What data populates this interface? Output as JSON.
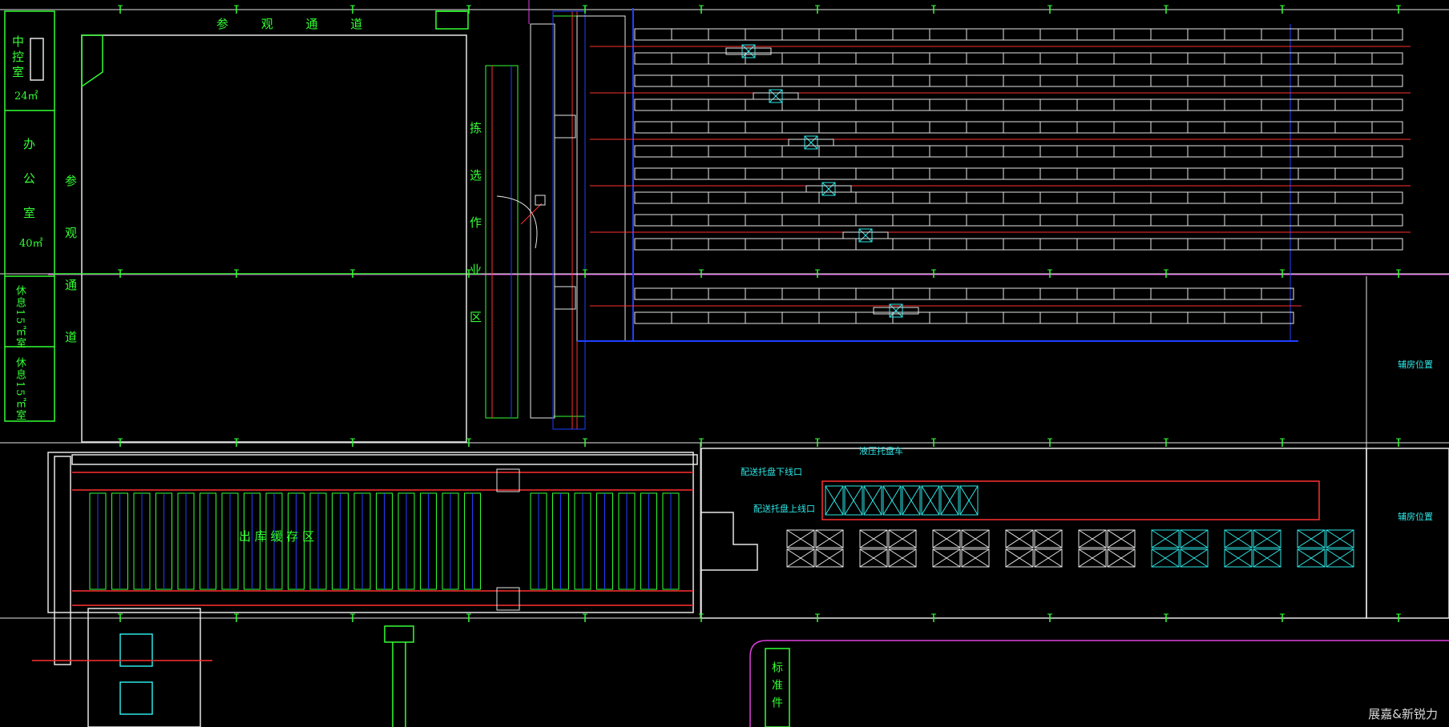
{
  "labels": {
    "control_room": "中控室",
    "control_room_area": "24㎡",
    "office": "办公室",
    "office_area": "40㎡",
    "visit_channel_top": "参 观 通 道",
    "visit_channel_left": "参观通道",
    "rest_room_1": "休息15㎡室",
    "rest_room_2": "休息15㎡室",
    "picking_area": "拣选作业区",
    "outbound_buffer": "出 库 缓 存 区",
    "hydraulic_pallet_cart": "液压托盘车",
    "pallet_down_port": "配送托盘下线口",
    "pallet_up_port": "配送托盘上线口",
    "auxiliary_room_1": "辅房位置",
    "auxiliary_room_2": "辅房位置",
    "standard_parts": "标准件"
  },
  "watermark": "展嘉&新锐力",
  "colors": {
    "background": "#000000",
    "green": "#33ff33",
    "white": "#e6e6e6",
    "red": "#ff3030",
    "blue": "#2040ff",
    "cyan": "#2ee6e6",
    "magenta": "#e040e0"
  }
}
